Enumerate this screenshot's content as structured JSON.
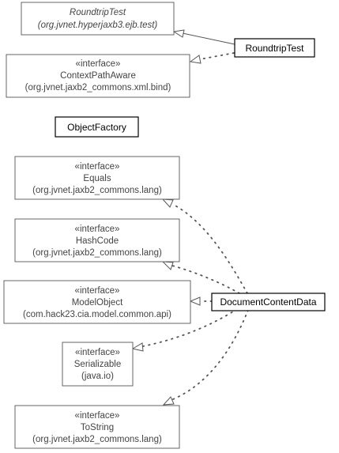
{
  "nodes": {
    "roundtrip_parent": {
      "name": "RoundtripTest",
      "package": "(org.jvnet.hyperjaxb3.ejb.test)"
    },
    "roundtrip_test": {
      "name": "RoundtripTest"
    },
    "context_path_aware": {
      "stereotype": "«interface»",
      "name": "ContextPathAware",
      "package": "(org.jvnet.jaxb2_commons.xml.bind)"
    },
    "object_factory": {
      "name": "ObjectFactory"
    },
    "equals": {
      "stereotype": "«interface»",
      "name": "Equals",
      "package": "(org.jvnet.jaxb2_commons.lang)"
    },
    "hash_code": {
      "stereotype": "«interface»",
      "name": "HashCode",
      "package": "(org.jvnet.jaxb2_commons.lang)"
    },
    "model_object": {
      "stereotype": "«interface»",
      "name": "ModelObject",
      "package": "(com.hack23.cia.model.common.api)"
    },
    "document_content_data": {
      "name": "DocumentContentData"
    },
    "serializable": {
      "stereotype": "«interface»",
      "name": "Serializable",
      "package": "(java.io)"
    },
    "to_string": {
      "stereotype": "«interface»",
      "name": "ToString",
      "package": "(org.jvnet.jaxb2_commons.lang)"
    }
  },
  "relations": [
    {
      "from": "roundtrip_test",
      "to": "roundtrip_parent",
      "kind": "extends"
    },
    {
      "from": "roundtrip_test",
      "to": "context_path_aware",
      "kind": "implements"
    },
    {
      "from": "document_content_data",
      "to": "equals",
      "kind": "implements"
    },
    {
      "from": "document_content_data",
      "to": "hash_code",
      "kind": "implements"
    },
    {
      "from": "document_content_data",
      "to": "model_object",
      "kind": "implements"
    },
    {
      "from": "document_content_data",
      "to": "serializable",
      "kind": "implements"
    },
    {
      "from": "document_content_data",
      "to": "to_string",
      "kind": "implements"
    }
  ]
}
